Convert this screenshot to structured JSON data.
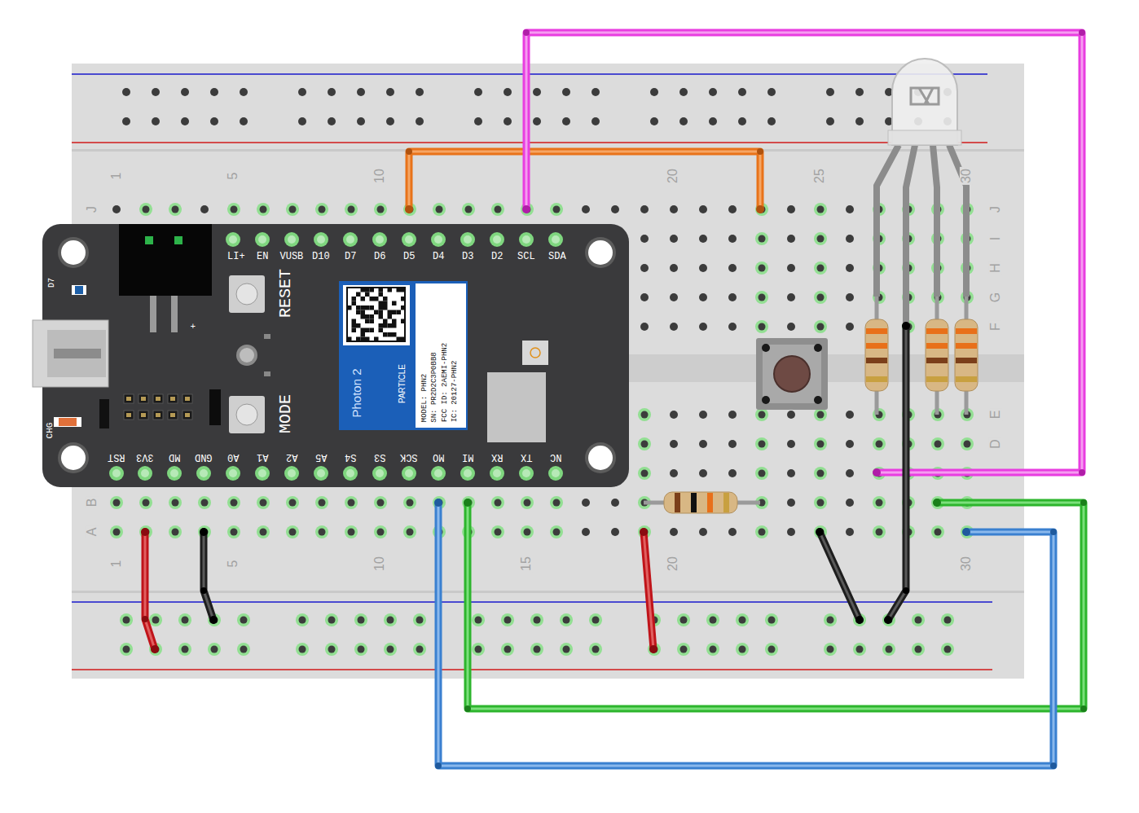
{
  "diagram": {
    "nodes": [
      {
        "text": [
          "LI+",
          "EN",
          "VUSB",
          "D10",
          "D7",
          "D6",
          "D5",
          "D4",
          "D3",
          "D2",
          "SCL",
          "SDA",
          "RST",
          "3V3",
          "MD",
          "GND",
          "A0",
          "A1",
          "A2",
          "A5",
          "S4",
          "S3",
          "SCK",
          "MO",
          "MI",
          "RX",
          "TX",
          "NC",
          "D7",
          "CHG",
          "RESET",
          "MODE",
          "+"
        ]
      },
      {
        "text": [
          "Photon 2",
          "PARTICLE",
          "MODEL: PHN2",
          "SN: PR2D2C3P0BB8",
          "FCC ID: 2AEMI-PHN2",
          "IC: 20127-PHN2"
        ],
        "in": 0
      }
    ],
    "labels": [
      "1",
      "5",
      "10",
      "20",
      "25",
      "30",
      "1",
      "5",
      "10",
      "15",
      "20",
      "30",
      "J",
      "B",
      "A",
      "J",
      "I",
      "H",
      "G",
      "F",
      "E",
      "D"
    ]
  }
}
